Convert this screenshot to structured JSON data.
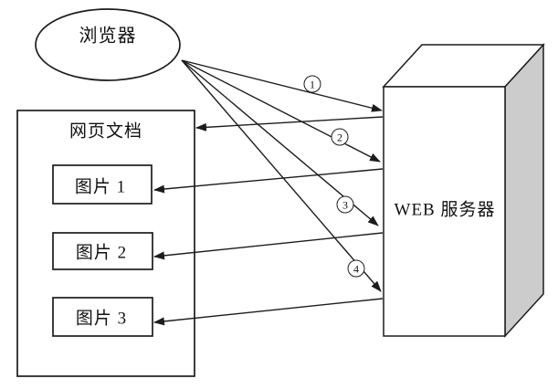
{
  "diagram": {
    "browser_label": "浏览器",
    "document_label": "网页文档",
    "image_labels": [
      "图片 1",
      "图片 2",
      "图片 3"
    ],
    "server_label": "WEB 服务器",
    "step_badges": [
      "1",
      "2",
      "3",
      "4"
    ],
    "colors": {
      "stroke": "#1c1c1c",
      "server_side_face": "#cccccc",
      "server_front_face": "#ffffff",
      "background": "#ffffff"
    }
  }
}
